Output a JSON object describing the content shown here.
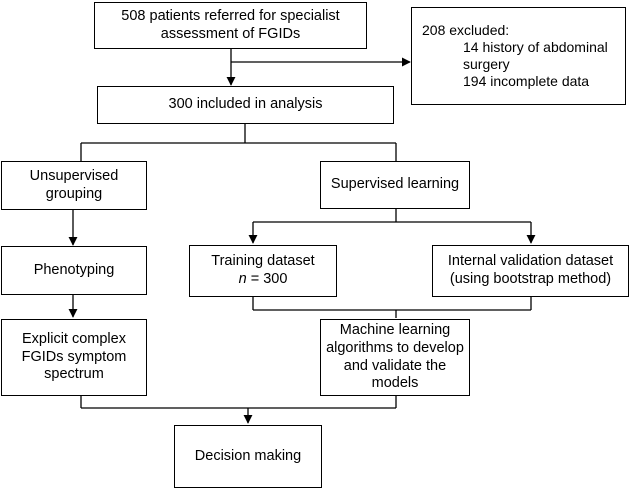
{
  "boxes": {
    "referred": "508 patients referred for specialist assessment of FGIDs",
    "excluded": {
      "title": "208 excluded:",
      "lines": [
        "14 history of abdominal",
        "surgery",
        "194 incomplete data"
      ]
    },
    "included": "300 included in analysis",
    "unsupervised": "Unsupervised grouping",
    "supervised": "Supervised learning",
    "phenotyping": "Phenotyping",
    "training": {
      "line1": "Training dataset",
      "n_label": "n",
      "n_value": " = 300"
    },
    "internal_validation": "Internal validation dataset (using bootstrap method)",
    "spectrum": "Explicit complex FGIDs symptom spectrum",
    "ml": "Machine learning algorithms to develop and validate the models",
    "decision": "Decision making"
  }
}
